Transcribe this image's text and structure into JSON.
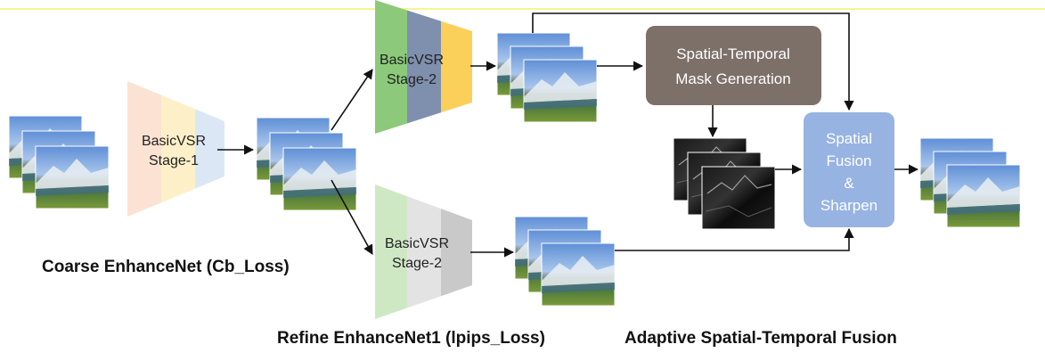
{
  "modules": {
    "coarse_net": {
      "line1": "BasicVSR",
      "line2": "Stage-1"
    },
    "refine_net0": {
      "line1": "BasicVSR",
      "line2": "Stage-2"
    },
    "refine_net1": {
      "line1": "BasicVSR",
      "line2": "Stage-2"
    },
    "mask_generation": {
      "line1": "Spatial-Temporal",
      "line2": "Mask Generation"
    },
    "fusion": {
      "line1": "Spatial",
      "line2": "Fusion",
      "line3": "&",
      "line4": "Sharpen"
    }
  },
  "captions": {
    "coarse": "Coarse EnhanceNet (Cb_Loss)",
    "refine1": "Refine EnhanceNet1 (lpips_Loss)",
    "fusion": "Adaptive Spatial-Temporal Fusion"
  },
  "colors": {
    "coarse": [
      "#fbe2d3",
      "#fdf0c8",
      "#dce7f5"
    ],
    "refine0": [
      "#8cc97a",
      "#7f8fae",
      "#fbd05a"
    ],
    "refine1": [
      "#cfe8c4",
      "#e3e3e3",
      "#c9c9c9"
    ],
    "mask_box": "#7c7068",
    "fusion_box": "#97b3e2",
    "top_line": "#f4f78c"
  }
}
